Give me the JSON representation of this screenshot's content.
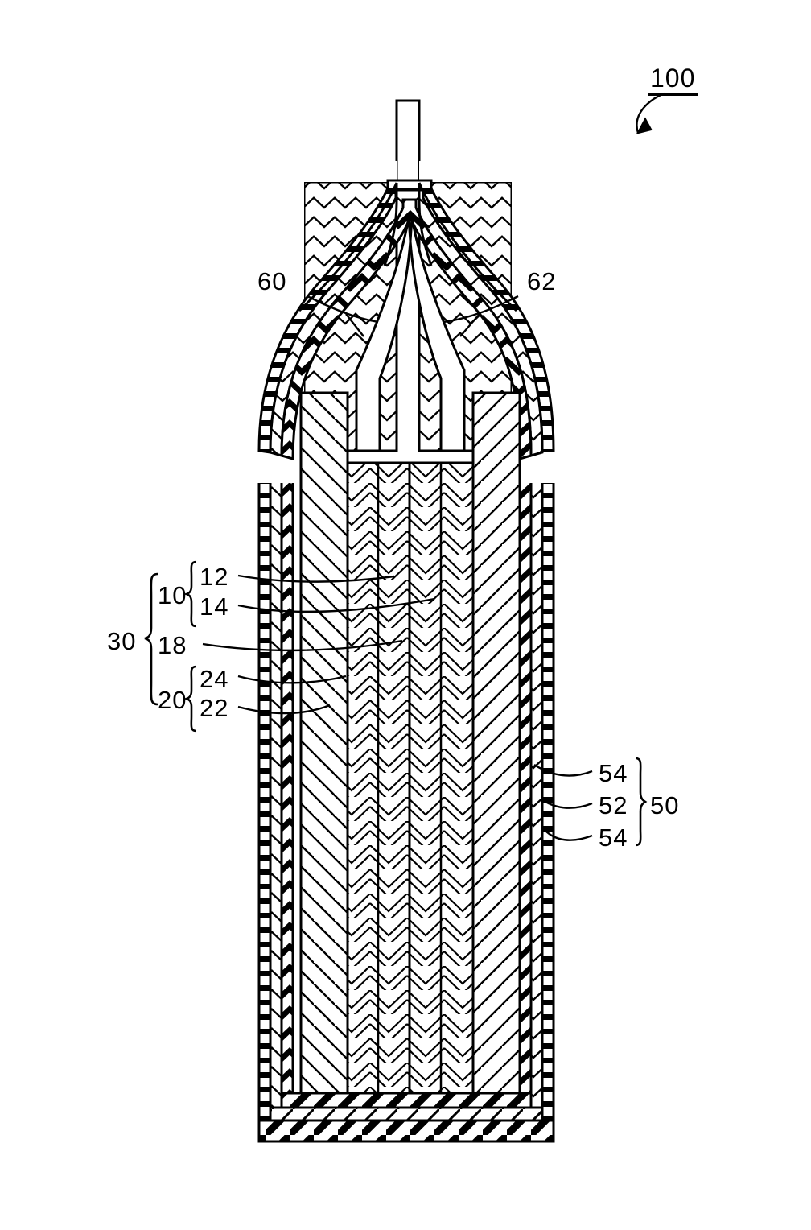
{
  "figure": {
    "type": "patent-cross-section-drawing",
    "subject": "cylindrical secondary battery cell cross section",
    "main_reference": "100"
  },
  "labels": {
    "main": "100",
    "cap_left": "60",
    "cap_right": "62",
    "group_electrode_assembly": "30",
    "group_positive": "10",
    "positive_coating": "12",
    "positive_collector": "14",
    "separator": "18",
    "group_negative": "20",
    "negative_collector": "24",
    "negative_coating": "22",
    "can_outer_54a": "54",
    "can_core_52": "52",
    "can_outer_54b": "54",
    "group_can": "50"
  },
  "colors": {
    "line": "#000000",
    "background": "#ffffff"
  }
}
